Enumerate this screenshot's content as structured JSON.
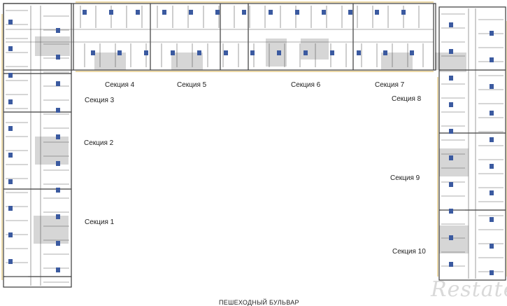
{
  "sections": [
    {
      "id": "s1",
      "label": "Секция 1"
    },
    {
      "id": "s2",
      "label": "Секция 2"
    },
    {
      "id": "s3",
      "label": "Секция 3"
    },
    {
      "id": "s4",
      "label": "Секция 4"
    },
    {
      "id": "s5",
      "label": "Секция 5"
    },
    {
      "id": "s6",
      "label": "Секция 6"
    },
    {
      "id": "s7",
      "label": "Секция 7"
    },
    {
      "id": "s8",
      "label": "Секция 8"
    },
    {
      "id": "s9",
      "label": "Секция 9"
    },
    {
      "id": "s10",
      "label": "Секция 10"
    }
  ],
  "street_label": "ПЕШЕХОДНЫЙ БУЛЬВАР",
  "watermark": "Restate",
  "colors": {
    "wall": "#3a3a3a",
    "core": "#d6d6d6",
    "balcony": "#e0c070",
    "unit_icon": "#3b5aa0"
  }
}
